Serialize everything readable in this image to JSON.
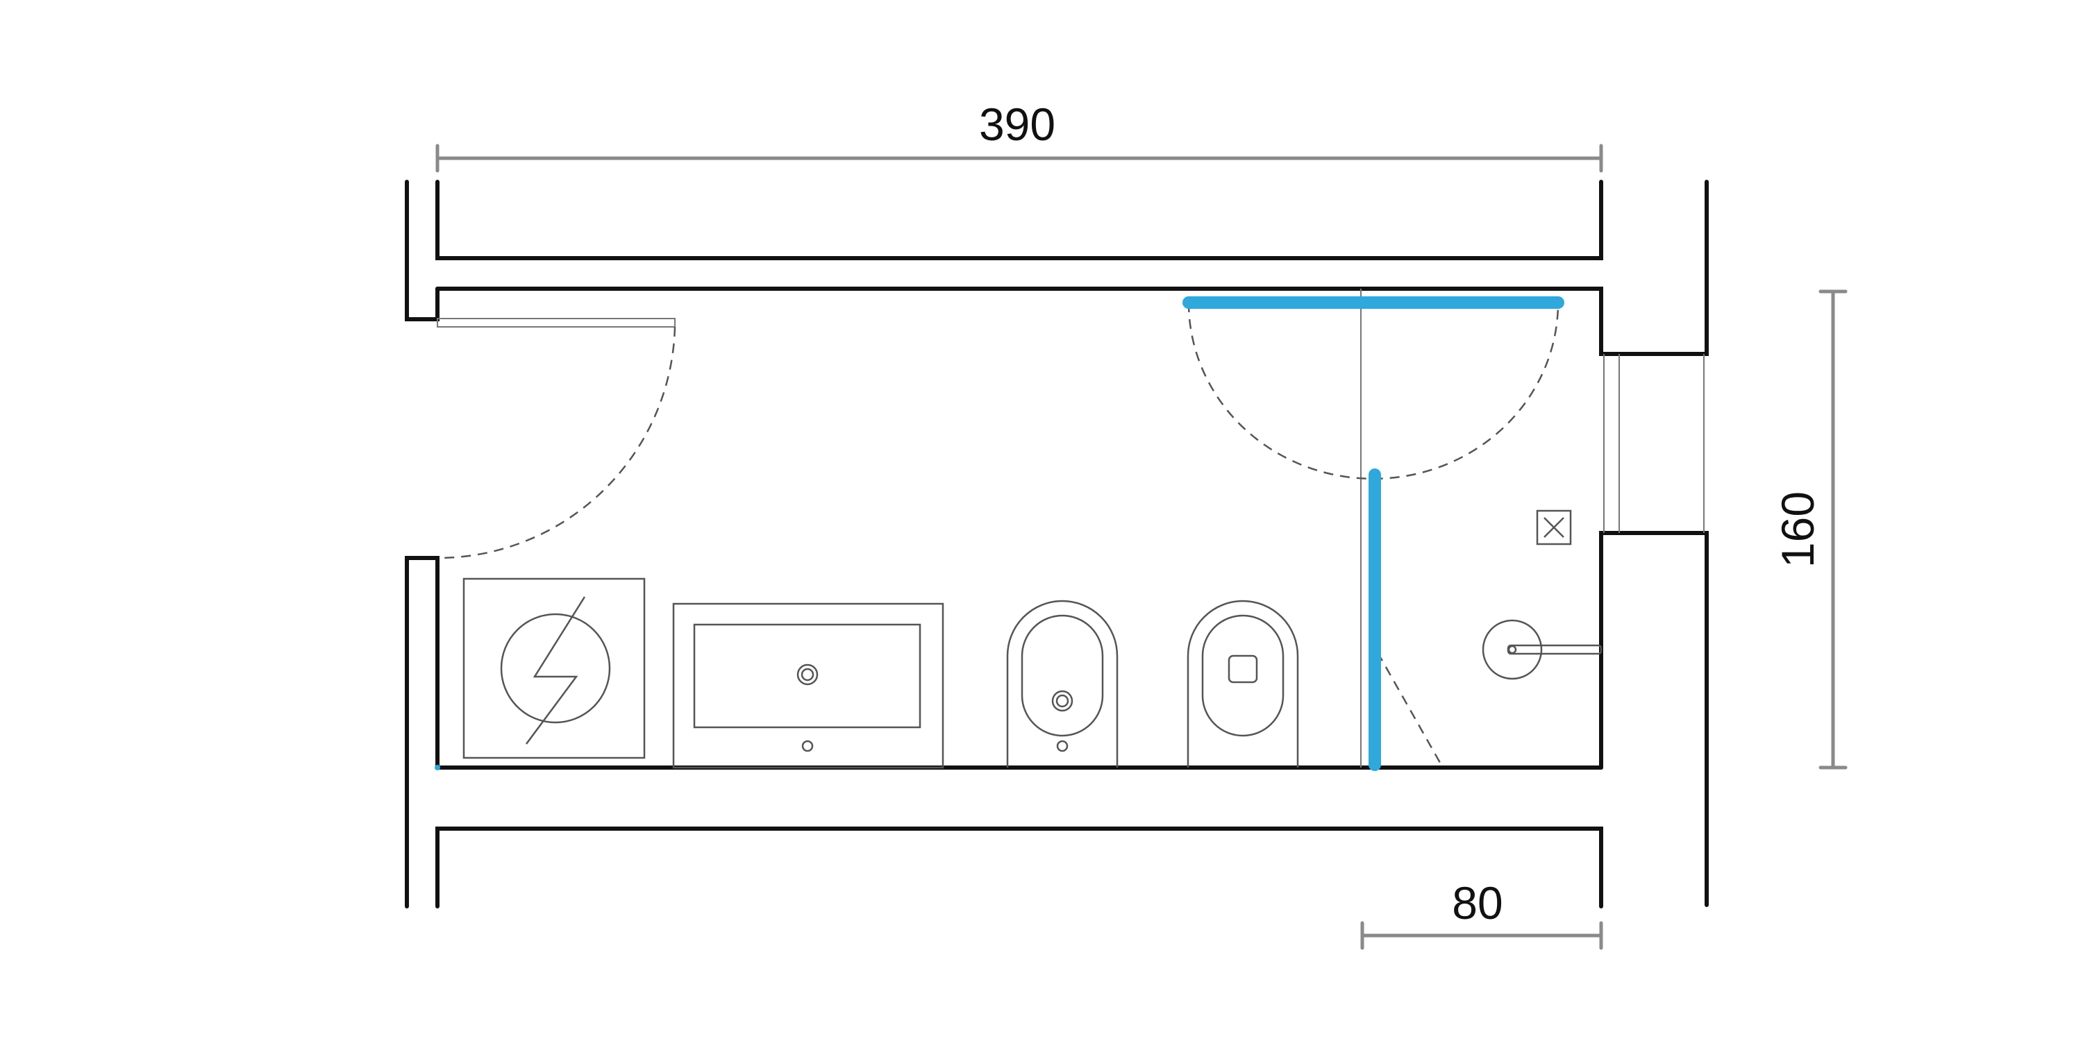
{
  "dimensions": {
    "width_label": "390",
    "height_label": "160",
    "shower_label": "80"
  },
  "colors": {
    "glass": "#2fa8dc",
    "wall": "#111111",
    "dimension_line": "#8a8a8a"
  },
  "fixture_icons": [
    "washing-machine-icon",
    "sink-icon",
    "bidet-icon",
    "toilet-icon",
    "shower-drain-icon",
    "shower-head-icon"
  ]
}
